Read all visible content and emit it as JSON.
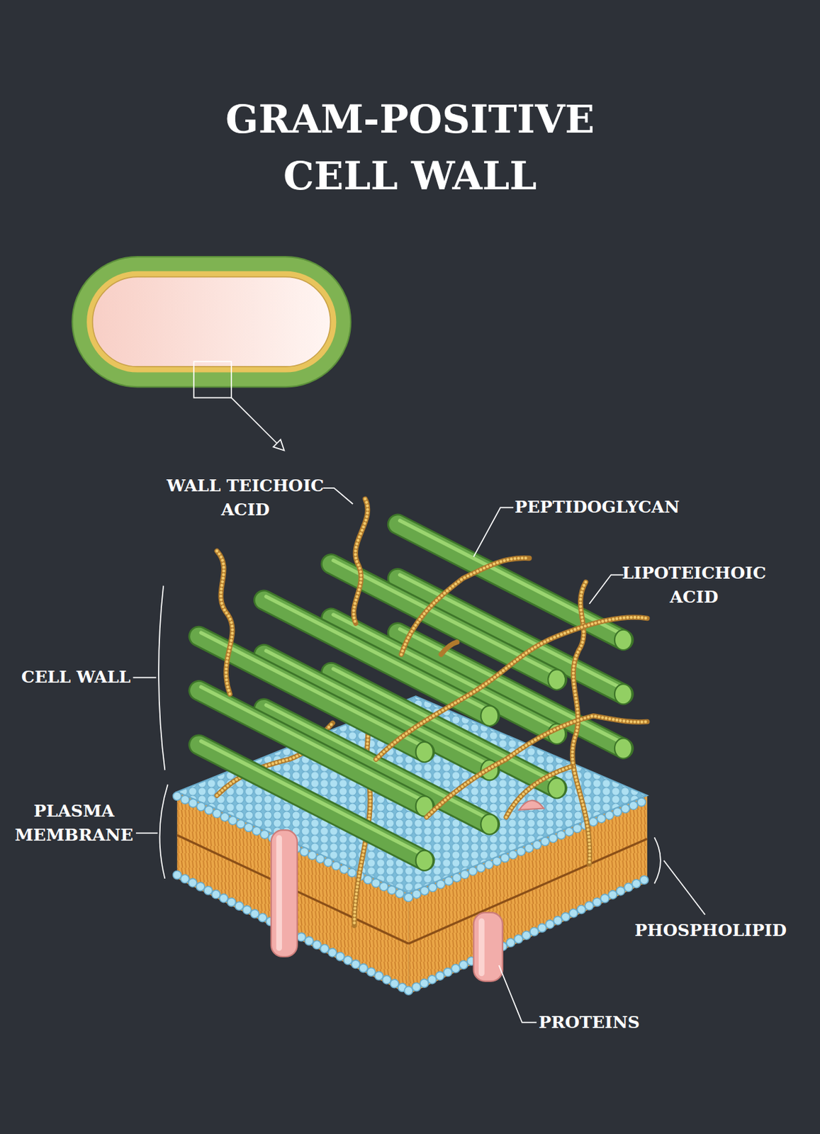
{
  "diagram": {
    "title": "GRAM-POSITIVE CELL WALL",
    "labels": [
      "WALL TEICHOIC ACID",
      "PEPTIDOGLYCAN",
      "LIPOTEICHOIC ACID",
      "CELL WALL",
      "PLASMA MEMBRANE",
      "PHOSPHOLIPID",
      "PROTEINS"
    ]
  }
}
